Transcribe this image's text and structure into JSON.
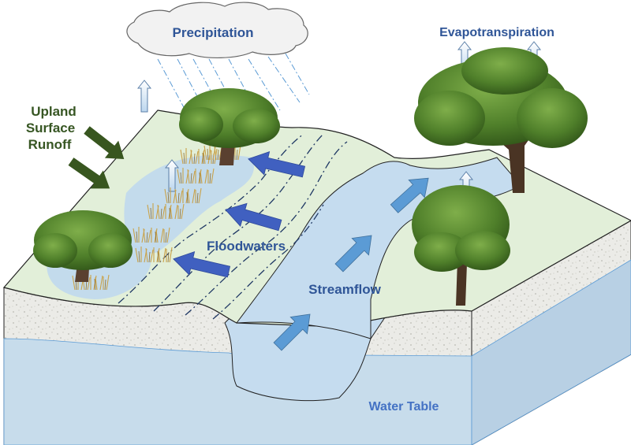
{
  "labels": {
    "precipitation": "Precipitation",
    "evapotranspiration": "Evapotranspiration",
    "runoff_line1": "Upland",
    "runoff_line2": "Surface",
    "runoff_line3": "Runoff",
    "floodwaters": "Floodwaters",
    "streamflow": "Streamflow",
    "water_table": "Water Table"
  },
  "colors": {
    "label_blue": "#2f5597",
    "runoff_green": "#375623",
    "runoff_arrow": "#38561f",
    "flood_arrow": "#4060c0",
    "stream_arrow": "#5b9bd5",
    "land_surface": "#e2efd9",
    "wetland": "#bdd7ee",
    "channel_water": "#c5dcef",
    "soil": "#e8e8e4",
    "groundwater": "#c7dceb",
    "cloud": "#f2f2f2"
  },
  "icons": [
    "cloud-icon",
    "tree-icon",
    "grass-icon"
  ]
}
